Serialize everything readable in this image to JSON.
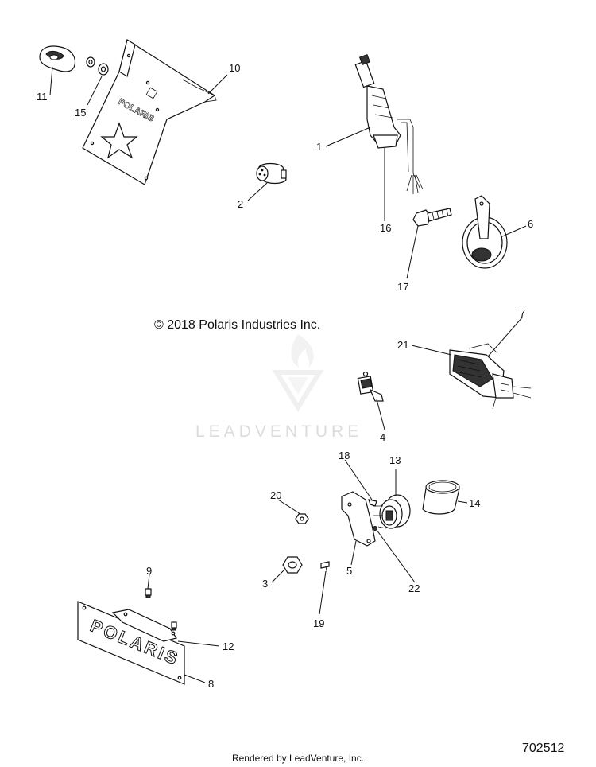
{
  "copyright": "© 2018 Polaris Industries Inc.",
  "watermark": "LEADVENTURE",
  "footer": "Rendered by LeadVenture, Inc.",
  "diagram_id": "702512",
  "plate_lettering": "POLARIS",
  "callouts": [
    "1",
    "2",
    "3",
    "4",
    "5",
    "6",
    "7",
    "8",
    "9",
    "10",
    "11",
    "12",
    "13",
    "14",
    "15",
    "16",
    "17",
    "18",
    "19",
    "20",
    "21",
    "22"
  ]
}
